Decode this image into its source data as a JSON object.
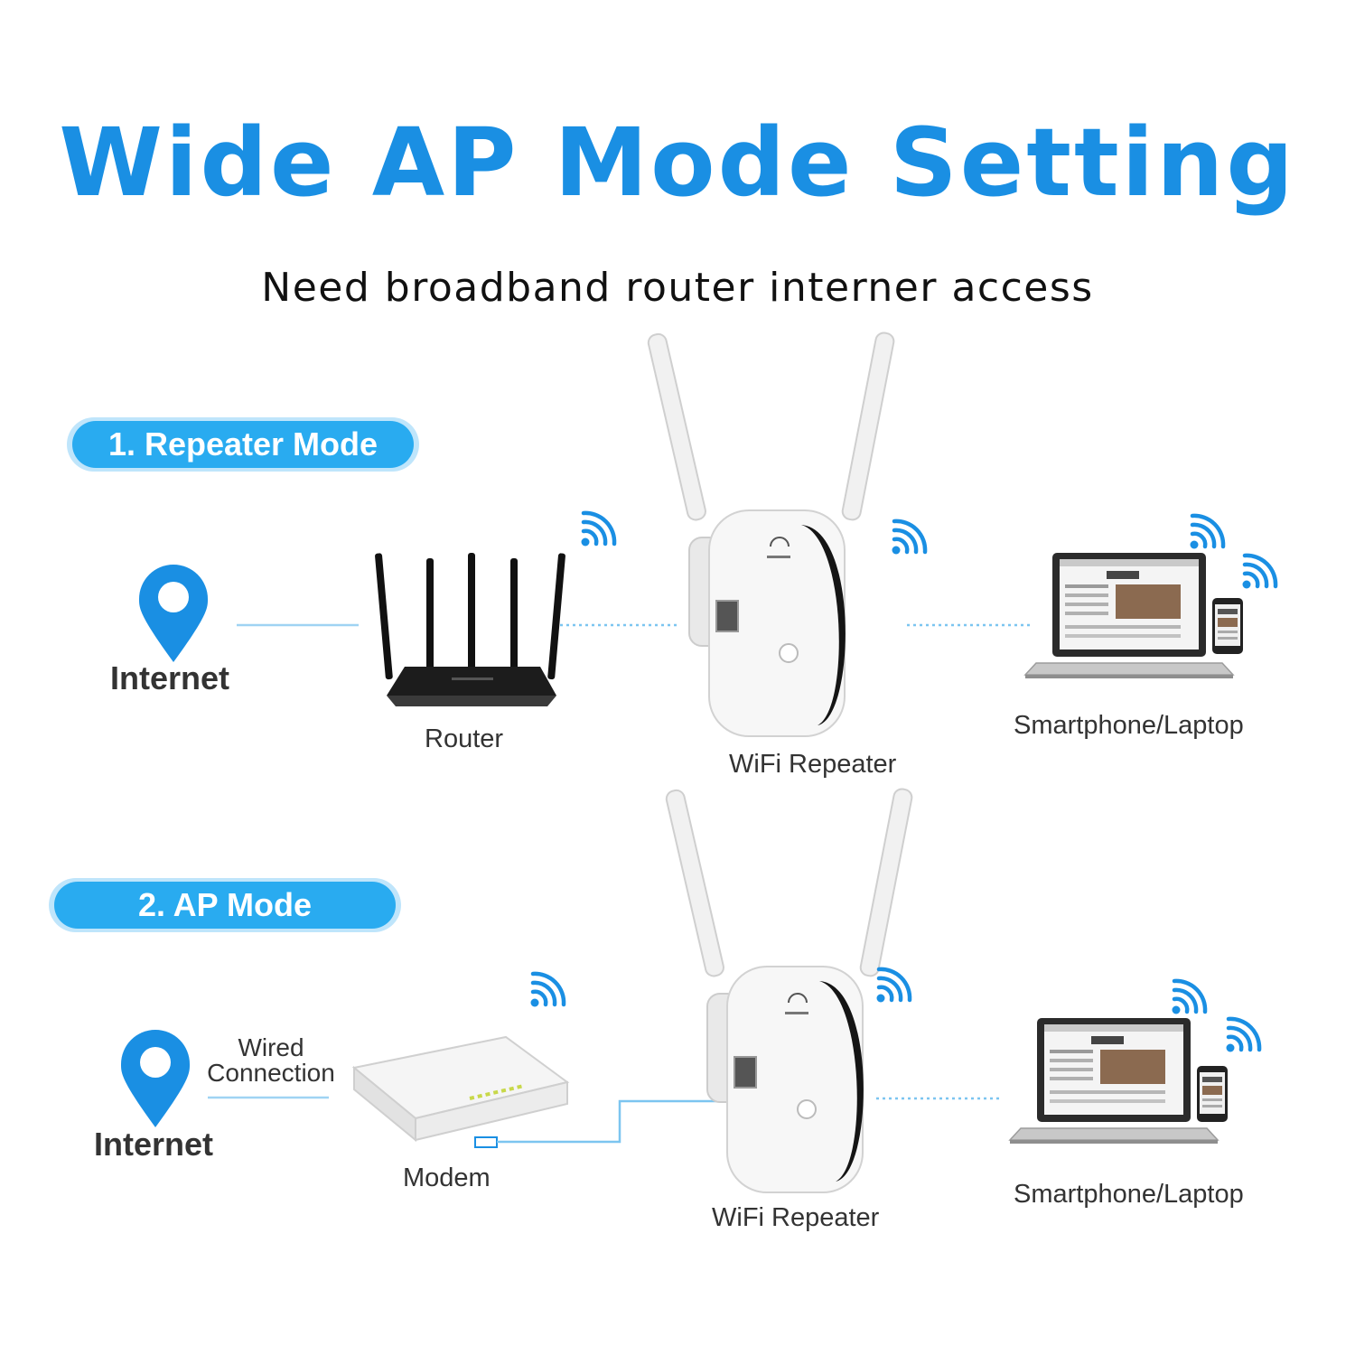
{
  "title": "Wide AP Mode Setting",
  "subtitle": "Need broadband router interner access",
  "colors": {
    "accent": "#1a8fe3",
    "pill_fill": "#29abf0",
    "pill_glow": "#bfe5fb",
    "line": "#9fd3f3",
    "dash": "#7cc5f0",
    "dark": "#222222"
  },
  "sections": [
    {
      "label": "1. Repeater Mode",
      "internet_label": "Internet",
      "router_label": "Router",
      "repeater_label": "WiFi Repeater",
      "client_label": "Smartphone/Laptop"
    },
    {
      "label": "2. AP Mode",
      "internet_label": "Internet",
      "wired_label": "Wired Connection",
      "modem_label": "Modem",
      "repeater_label": "WiFi Repeater",
      "client_label": "Smartphone/Laptop"
    }
  ],
  "icons": [
    "location-pin-icon",
    "wifi-signal-icon",
    "router-icon",
    "wifi-repeater-icon",
    "laptop-icon",
    "smartphone-icon",
    "modem-icon"
  ]
}
